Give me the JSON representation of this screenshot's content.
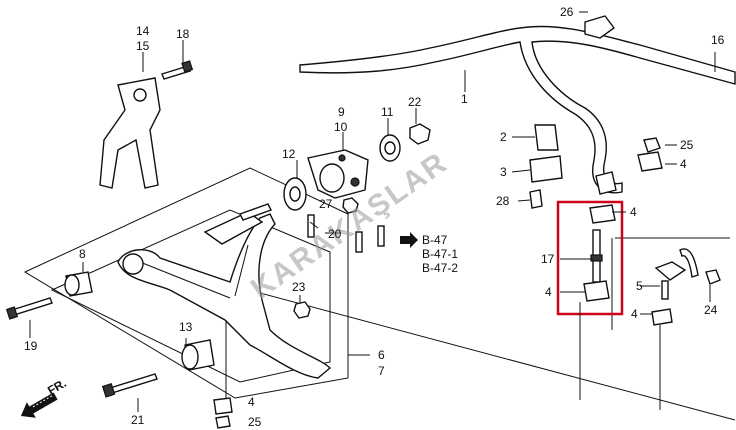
{
  "labels": {
    "p1": "1",
    "p2": "2",
    "p3": "3",
    "p4a": "4",
    "p4b": "4",
    "p4c": "4",
    "p4d": "4",
    "p4e": "4",
    "p5": "5",
    "p6": "6",
    "p7": "7",
    "p8": "8",
    "p9": "9",
    "p10": "10",
    "p11": "11",
    "p12": "12",
    "p13": "13",
    "p14": "14",
    "p15": "15",
    "p16": "16",
    "p17": "17",
    "p18": "18",
    "p19": "19",
    "p20": "20",
    "p21": "21",
    "p22": "22",
    "p23": "23",
    "p24": "24",
    "p25a": "25",
    "p25b": "25",
    "p26": "26",
    "p27": "27",
    "p28": "28"
  },
  "refs": {
    "r1": "B-47",
    "r2": "B-47-1",
    "r3": "B-47-2"
  },
  "front_label": "FR.",
  "watermark": "KARAKAŞLAR",
  "highlight_color": "#d0021b"
}
